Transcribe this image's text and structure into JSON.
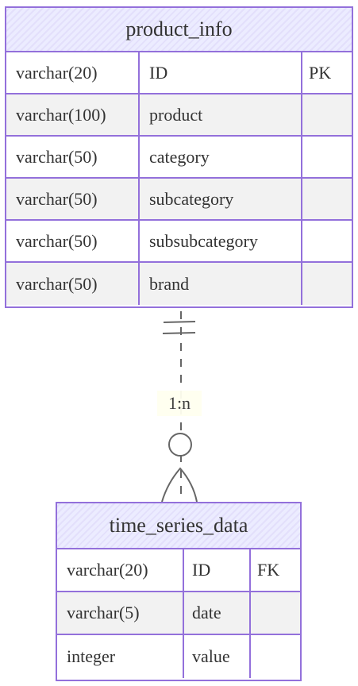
{
  "entities": {
    "product_info": {
      "name": "product_info",
      "attributes": [
        {
          "type": "varchar(20)",
          "name": "ID",
          "key": "PK"
        },
        {
          "type": "varchar(100)",
          "name": "product",
          "key": ""
        },
        {
          "type": "varchar(50)",
          "name": "category",
          "key": ""
        },
        {
          "type": "varchar(50)",
          "name": "subcategory",
          "key": ""
        },
        {
          "type": "varchar(50)",
          "name": "subsubcategory",
          "key": ""
        },
        {
          "type": "varchar(50)",
          "name": "brand",
          "key": ""
        }
      ]
    },
    "time_series_data": {
      "name": "time_series_data",
      "attributes": [
        {
          "type": "varchar(20)",
          "name": "ID",
          "key": "FK"
        },
        {
          "type": "varchar(5)",
          "name": "date",
          "key": ""
        },
        {
          "type": "integer",
          "name": "value",
          "key": ""
        }
      ]
    }
  },
  "relationship": {
    "label": "1:n",
    "from": "product_info",
    "to": "time_series_data",
    "from_cardinality": "exactly-one",
    "to_cardinality": "zero-or-more"
  },
  "colors": {
    "border": "#9370DB",
    "header_fill": "#ECECFF",
    "row_alt_fill": "#F2F2F2",
    "line": "#666666",
    "label_bg": "#FFFFF0"
  }
}
